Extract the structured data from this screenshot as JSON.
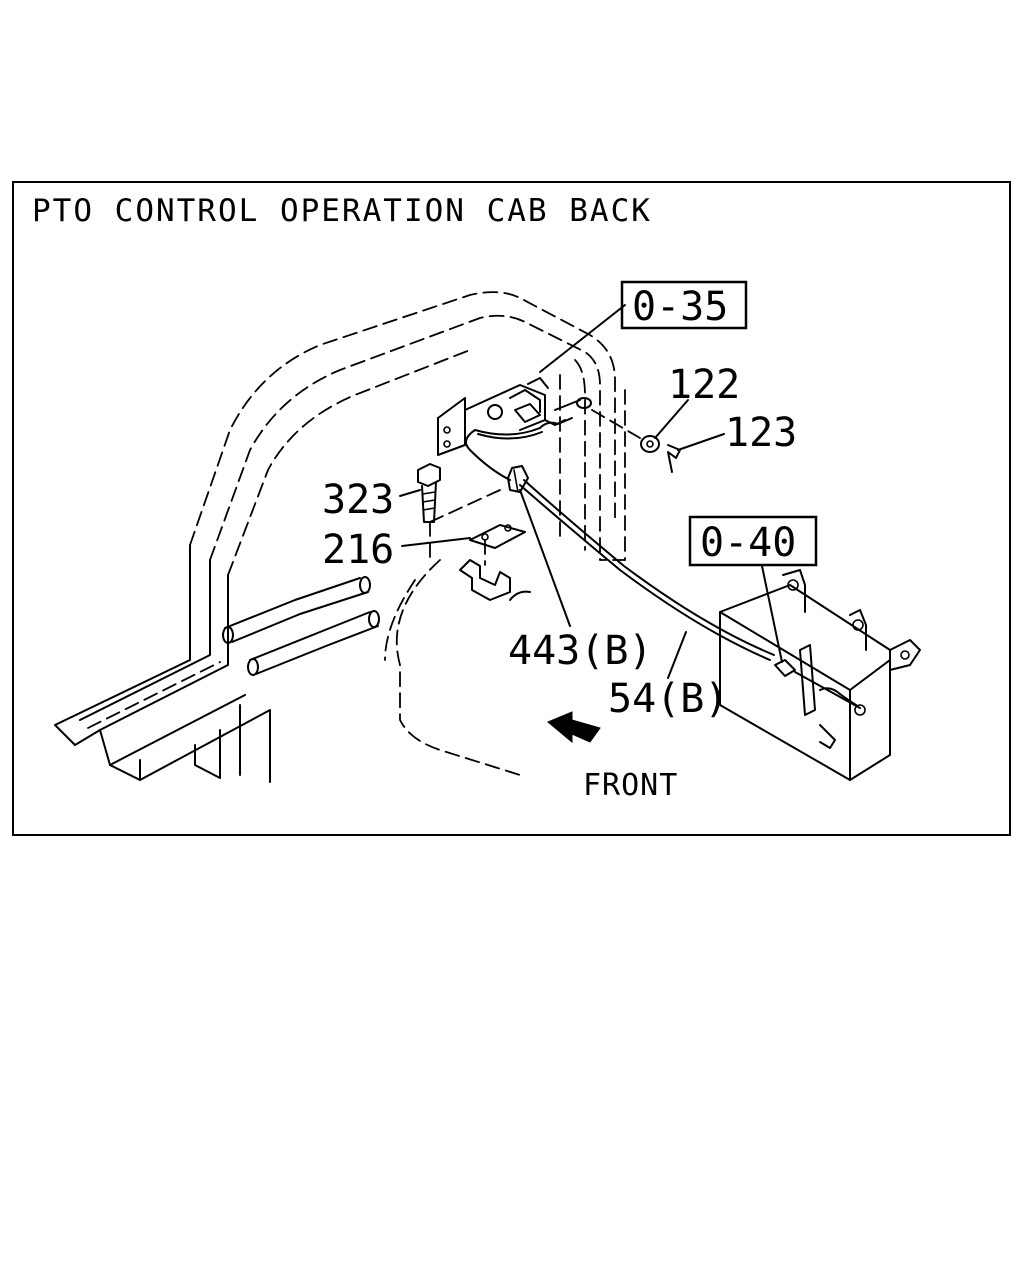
{
  "title": "PTO CONTROL OPERATION CAB BACK",
  "boxed_refs": {
    "ref_top": "0-35",
    "ref_right": "0-40"
  },
  "callouts": {
    "washer": "122",
    "pin": "123",
    "bolt": "323",
    "bracket": "216",
    "clip": "443(B)",
    "cable": "54(B)"
  },
  "direction_label": "FRONT"
}
